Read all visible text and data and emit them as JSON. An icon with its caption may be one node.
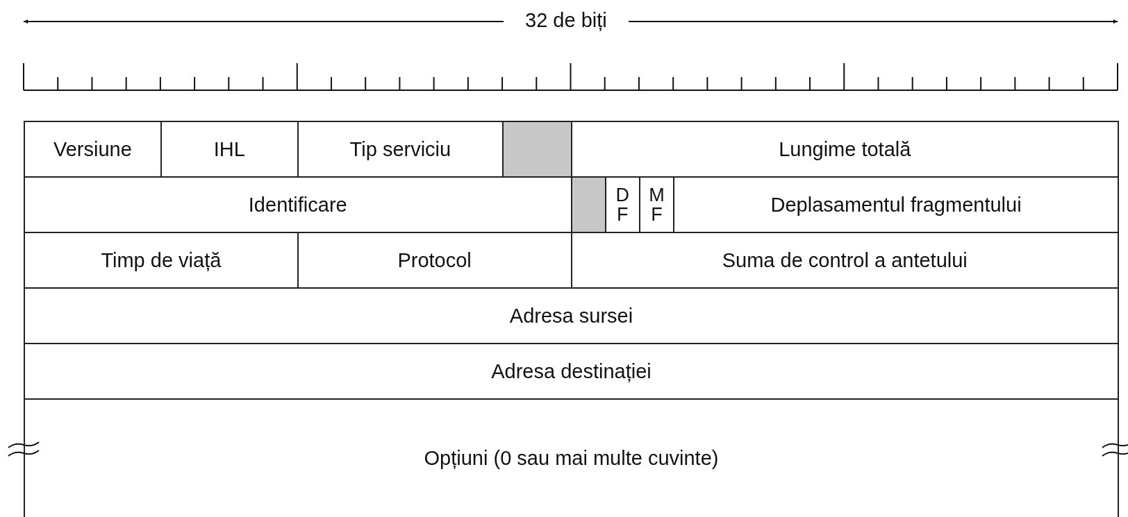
{
  "diagram": {
    "labels": [
      "32 de biți",
      "Versiune",
      "IHL",
      "Tip serviciu",
      "Lungime totală",
      "Identificare",
      "D F",
      "M F",
      "Deplasamentul fragmentului",
      "Timp de viață",
      "Protocol",
      "Suma de control a antetului",
      "Adresa sursei",
      "Adresa destinației",
      "Opțiuni (0 sau mai multe cuvinte)"
    ]
  }
}
